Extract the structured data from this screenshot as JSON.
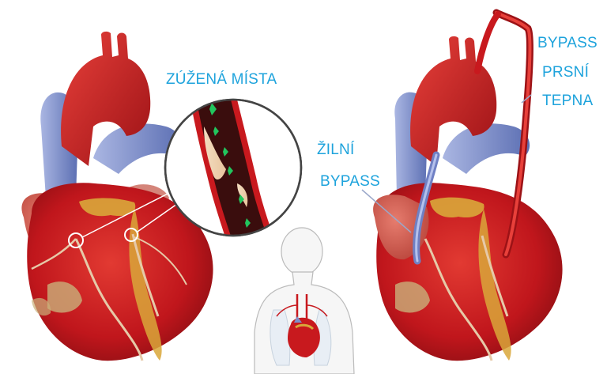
{
  "labels": {
    "narrowed_sites": "ZÚŽENÁ MÍSTA",
    "vein_bypass_line1": "ŽILNÍ",
    "vein_bypass_line2": "BYPASS",
    "mammary_bypass_line1": "BYPASS",
    "mammary_bypass_line2": "PRSNÍ",
    "mammary_bypass_line3": "TEPNA"
  },
  "colors": {
    "label": "#1ea3dc",
    "myocardium": "#c8191e",
    "vein": "#7d8fc9",
    "fat": "#d9a73a",
    "plaque_marker": "#22c55e"
  },
  "icons": [
    "heart-before-illustration",
    "magnifier-callout",
    "body-silhouette",
    "heart-after-illustration"
  ]
}
